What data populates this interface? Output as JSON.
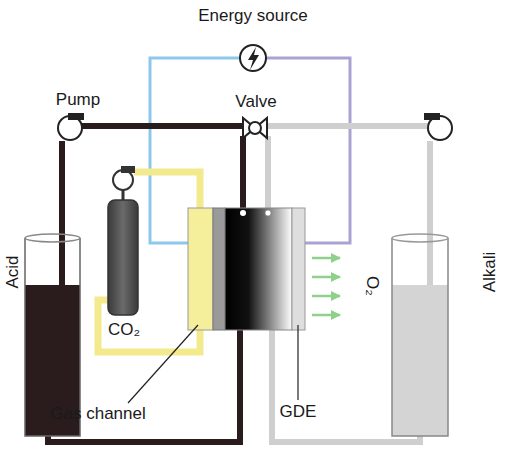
{
  "diagram": {
    "nodes": [
      {
        "text": [
          "Energy source"
        ]
      },
      {
        "text": [
          "Acid"
        ]
      },
      {
        "text": [
          "CO₂"
        ]
      },
      {
        "text": [
          "Alkali"
        ]
      }
    ],
    "labels": [
      "Pump",
      "Valve",
      "O₂",
      "Gas channel",
      "GDE"
    ]
  }
}
